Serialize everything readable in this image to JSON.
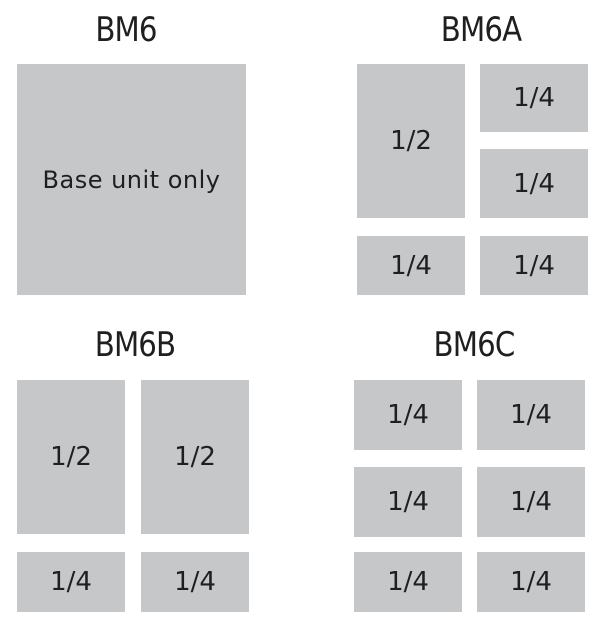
{
  "titles": {
    "bm6": "BM6",
    "bm6a": "BM6A",
    "bm6b": "BM6B",
    "bm6c": "BM6C"
  },
  "labels": {
    "base": "Base unit only",
    "half": "1/2",
    "quarter": "1/4"
  },
  "colors": {
    "box": "#c6c7c9",
    "text": "#1f1f1f"
  }
}
